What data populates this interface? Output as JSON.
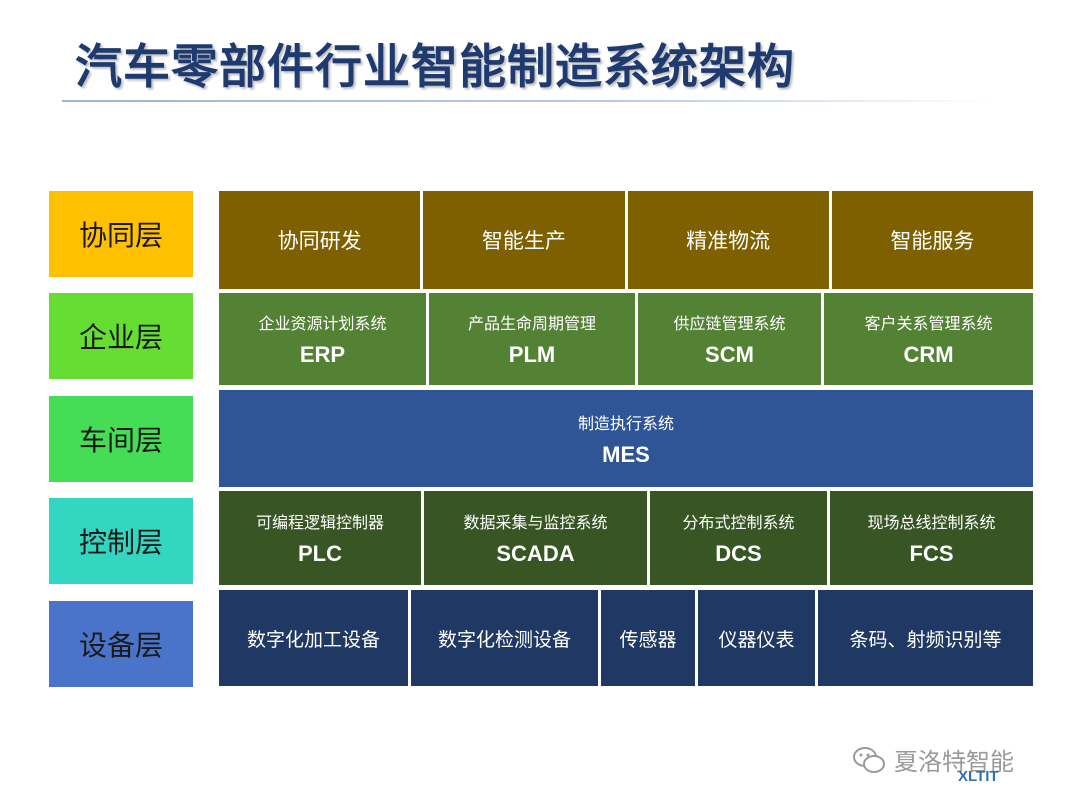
{
  "title": "汽车零部件行业智能制造系统架构",
  "colors": {
    "title": "#1f3a6e",
    "collab_cells": "#7f6000",
    "enterprise_cells": "#548235",
    "workshop_cell": "#2f5597",
    "control_cells": "#375623",
    "device_cells": "#1f3864"
  },
  "layers": [
    {
      "label": "协同层",
      "color": "#ffc000"
    },
    {
      "label": "企业层",
      "color": "#66dd33"
    },
    {
      "label": "车间层",
      "color": "#44dd55"
    },
    {
      "label": "控制层",
      "color": "#33d6c0"
    },
    {
      "label": "设备层",
      "color": "#4a74c9"
    }
  ],
  "collaboration": [
    "协同研发",
    "智能生产",
    "精准物流",
    "智能服务"
  ],
  "enterprise": [
    {
      "name": "企业资源计划系统",
      "code": "ERP"
    },
    {
      "name": "产品生命周期管理",
      "code": "PLM"
    },
    {
      "name": "供应链管理系统",
      "code": "SCM"
    },
    {
      "name": "客户关系管理系统",
      "code": "CRM"
    }
  ],
  "workshop": {
    "name": "制造执行系统",
    "code": "MES"
  },
  "control": [
    {
      "name": "可编程逻辑控制器",
      "code": "PLC"
    },
    {
      "name": "数据采集与监控系统",
      "code": "SCADA"
    },
    {
      "name": "分布式控制系统",
      "code": "DCS"
    },
    {
      "name": "现场总线控制系统",
      "code": "FCS"
    }
  ],
  "devices": [
    "数字化加工设备",
    "数字化检测设备",
    "传感器",
    "仪器仪表",
    "条码、射频识别等"
  ],
  "watermark": {
    "text": "夏洛特智能",
    "logo_text": "XLTIT"
  }
}
